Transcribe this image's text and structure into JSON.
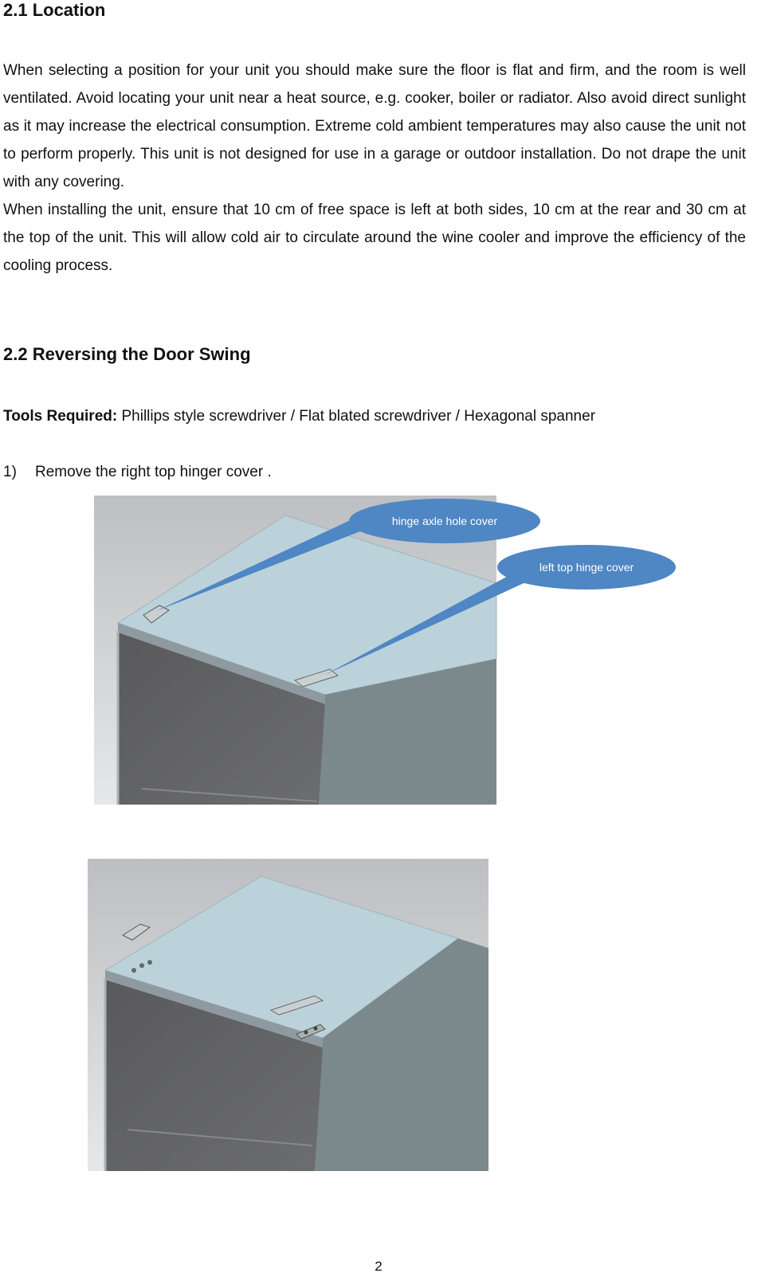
{
  "section1": {
    "heading": "2.1 Location",
    "paragraph1": "When selecting a position for your unit you should make sure the floor is flat and firm, and the room is well ventilated. Avoid locating your unit near a heat source, e.g. cooker, boiler or radiator. Also avoid direct sunlight as it may increase the electrical consumption. Extreme cold ambient temperatures may also cause the unit not to perform properly. This unit is not designed for use in a garage or outdoor installation. Do not drape the unit with any covering.",
    "paragraph2": "When installing the unit, ensure that 10 cm of free space is left at both sides, 10 cm at the rear and 30 cm at the top of the unit. This will allow cold air to circulate around the wine cooler and improve the efficiency of the cooling process."
  },
  "section2": {
    "heading": "2.2 Reversing the Door Swing",
    "tools_label": "Tools Required:",
    "tools_text": " Phillips style screwdriver / Flat blated screwdriver / Hexagonal spanner",
    "step1_number": "1)",
    "step1_text": "Remove the right top hinger cover ."
  },
  "figure1": {
    "callout_hinge_axle": "hinge axle hole cover",
    "callout_left_hinge": "left top hinge cover"
  },
  "page_number": "2"
}
